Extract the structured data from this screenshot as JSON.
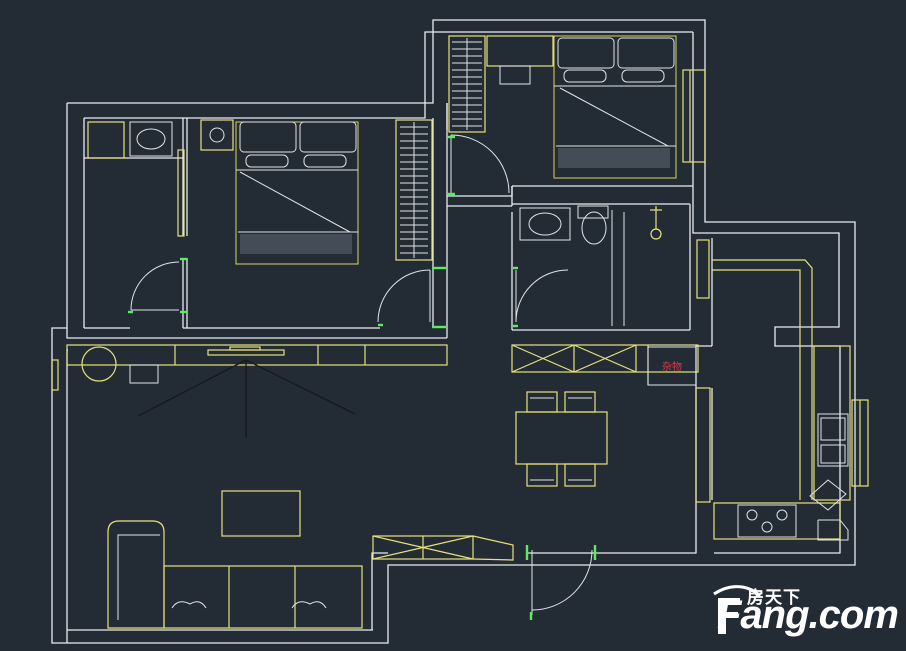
{
  "plan": {
    "labels": {
      "storage": "杂物"
    },
    "colors": {
      "background": "#232c35",
      "wall": "#e8ecef",
      "furniture": "#e6e27a",
      "door_marker": "#58f05a",
      "label_red": "#e0383a"
    }
  },
  "watermark": {
    "cn": "房天下",
    "en": "Fang.com"
  }
}
